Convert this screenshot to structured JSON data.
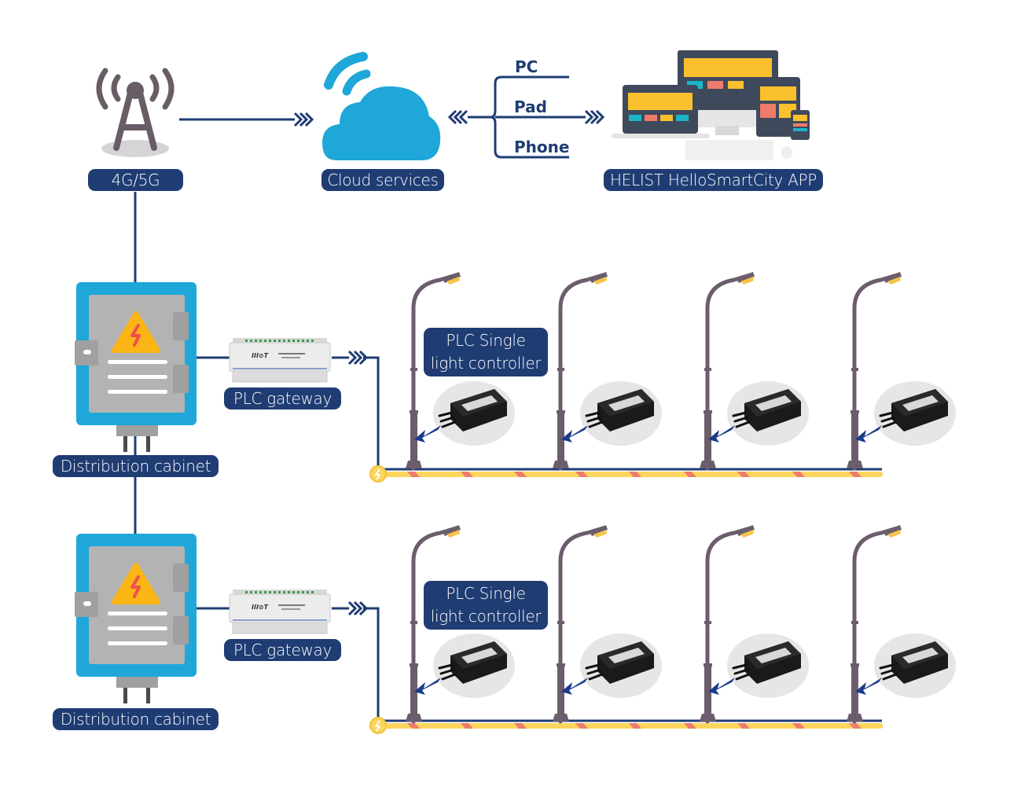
{
  "diagram": {
    "title": "PLC smart street light system topology",
    "colors": {
      "navy": "#1f3c73",
      "cloud_blue": "#1ea7d8",
      "tower_gray": "#685d66",
      "cabinet_blue": "#1ea7d8",
      "cabinet_gray": "#b3b3b3",
      "warning_yellow": "#fbb514",
      "bolt_red": "#ef4f4f",
      "power_line_yellow": "#fcd55c",
      "power_line_stripe": "#ef7b6d",
      "lamp_pole": "#6b5d6c",
      "lamp_head": "#f5c447"
    },
    "nodes": {
      "tower": {
        "label": "4G/5G",
        "icon": "cell-tower-icon"
      },
      "cloud": {
        "label": "Cloud services",
        "icon": "cloud-icon"
      },
      "app": {
        "label": "HELIST HelloSmartCity APP",
        "icon": "devices-icon"
      },
      "branches": [
        "PC",
        "Pad",
        "Phone"
      ]
    },
    "rows": [
      {
        "cabinet_label": "Distribution cabinet",
        "gateway_label": "PLC gateway",
        "controller_label_line1": "PLC Single",
        "controller_label_line2": "light controller",
        "lamps": 4
      },
      {
        "cabinet_label": "Distribution cabinet",
        "gateway_label": "PLC gateway",
        "controller_label_line1": "PLC Single",
        "controller_label_line2": "light controller",
        "lamps": 4
      }
    ]
  }
}
